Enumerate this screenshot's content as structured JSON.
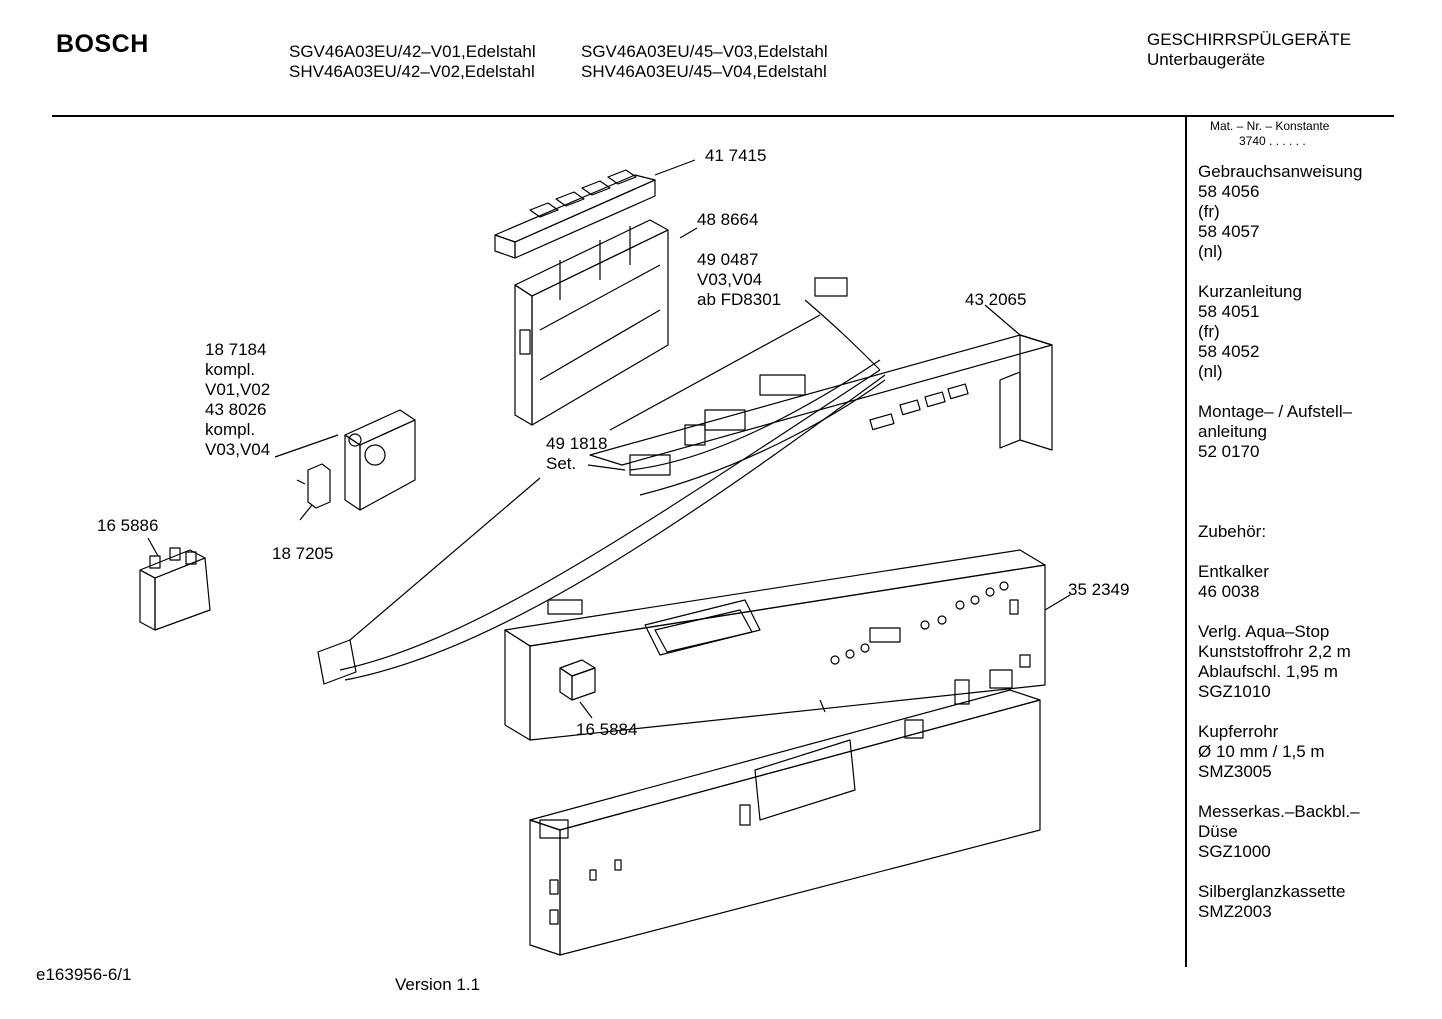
{
  "header": {
    "brand": "BOSCH",
    "models_left": [
      "SGV46A03EU/42–V01,Edelstahl",
      "SHV46A03EU/42–V02,Edelstahl"
    ],
    "models_right": [
      "SGV46A03EU/45–V03,Edelstahl",
      "SHV46A03EU/45–V04,Edelstahl"
    ],
    "category": [
      "GESCHIRRSPÜLGERÄTE",
      "Unterbaugeräte"
    ]
  },
  "sidebar": {
    "mat_title": "Mat. – Nr. – Konstante",
    "mat_value": "3740 . .  . . . .",
    "blocks": [
      [
        "Gebrauchsanweisung",
        "58 4056",
        "(fr)",
        "58 4057",
        "(nl)"
      ],
      [
        "Kurzanleitung",
        "58 4051",
        "(fr)",
        "58 4052",
        "(nl)"
      ],
      [
        "Montage– / Aufstell–",
        "anleitung",
        "52 0170"
      ],
      [
        ""
      ],
      [
        "Zubehör:"
      ],
      [
        "Entkalker",
        "46 0038"
      ],
      [
        "Verlg. Aqua–Stop",
        "Kunststoffrohr 2,2 m",
        "Ablaufschl. 1,95 m",
        "SGZ1010"
      ],
      [
        "Kupferrohr",
        "Ø 10 mm / 1,5 m",
        "SMZ3005"
      ],
      [
        "Messerkas.–Backbl.–",
        "Düse",
        "SGZ1000"
      ],
      [
        "Silberglanzkassette",
        "SMZ2003"
      ]
    ]
  },
  "labels": {
    "p417415": "41 7415",
    "p488664": "48 8664",
    "p490487": [
      "49 0487",
      "V03,V04",
      "ab FD8301"
    ],
    "p432065": "43 2065",
    "p187184": [
      "18 7184",
      "kompl.",
      "V01,V02",
      "43 8026",
      "kompl.",
      "V03,V04"
    ],
    "p491818": [
      "49 1818",
      "Set."
    ],
    "p165886": "16 5886",
    "p187205": "18 7205",
    "p352349": "35 2349",
    "p165884": "16 5884"
  },
  "footer": {
    "doc_id": "e163956-6/1",
    "version": "Version 1.1"
  }
}
